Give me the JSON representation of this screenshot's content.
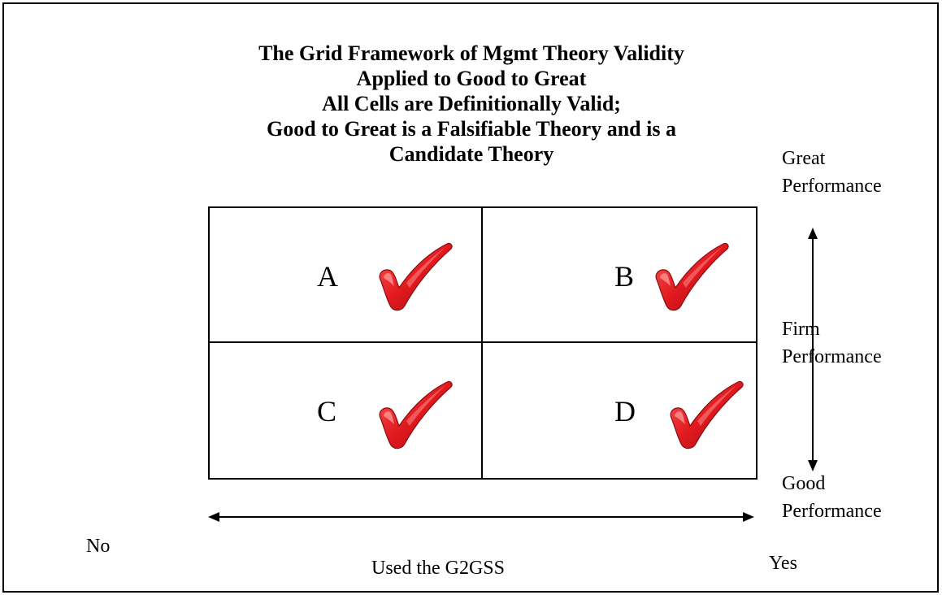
{
  "title": {
    "line1": "The Grid Framework of Mgmt Theory Validity",
    "line2": "Applied to Good to Great",
    "line3": "All Cells are Definitionally Valid;",
    "line4": "Good to Great is a Falsifiable Theory and is a",
    "line5": "Candidate Theory"
  },
  "cells": [
    {
      "letter": "A",
      "icon": "red-checkmark-icon"
    },
    {
      "letter": "B",
      "icon": "red-checkmark-icon"
    },
    {
      "letter": "C",
      "icon": "red-checkmark-icon"
    },
    {
      "letter": "D",
      "icon": "red-checkmark-icon"
    }
  ],
  "y_axis": {
    "top_line1": "Great",
    "top_line2": "Performance",
    "middle_line1": "Firm",
    "middle_line2": "Performance",
    "bottom_line1": "Good",
    "bottom_line2": "Performance"
  },
  "x_axis": {
    "left": "No",
    "label": "Used the G2GSS",
    "right": "Yes"
  },
  "colors": {
    "check_main": "#e0191e",
    "check_dark": "#9e0f12",
    "check_light": "#ff8a8a"
  }
}
